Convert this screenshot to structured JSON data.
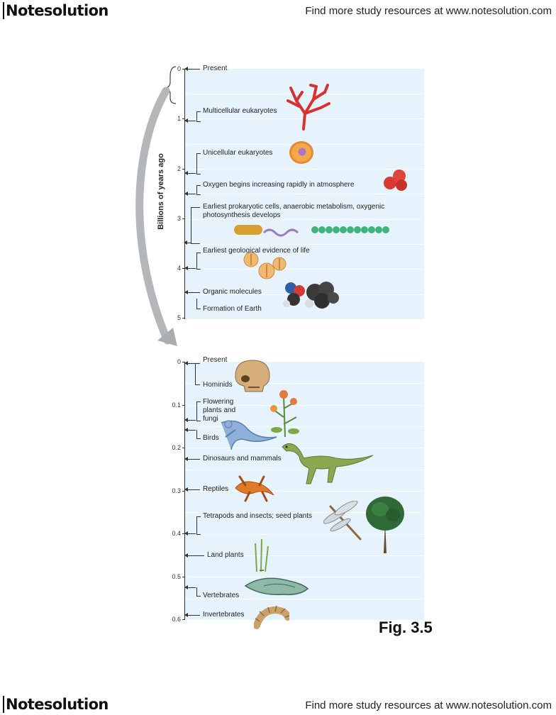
{
  "header": {
    "logo_text": "Notesolution",
    "promo": "Find more study resources at www.notesolution.com"
  },
  "footer": {
    "logo_text": "Notesolution",
    "promo": "Find more study resources at www.notesolution.com"
  },
  "figure": {
    "label": "Fig. 3.5",
    "y_axis_label": "Billions of years ago"
  },
  "top_timeline": {
    "ticks": [
      "0",
      "1",
      "2",
      "3",
      "4",
      "5"
    ],
    "events": [
      "Present",
      "Multicellular eukaryotes",
      "Unicellular eukaryotes",
      "Oxygen begins increasing rapidly in atmosphere",
      "Earliest prokaryotic cells, anaerobic metabolism, oxygenic photosynthesis develops",
      "Earliest geological evidence of life",
      "Organic molecules",
      "Formation of Earth"
    ]
  },
  "bottom_timeline": {
    "ticks": [
      "0",
      "0.1",
      "0.2",
      "0.3",
      "0.4",
      "0.5",
      "0.6"
    ],
    "events": [
      "Present",
      "Hominids",
      "Flowering plants and fungi",
      "Birds",
      "Dinosaurs and mammals",
      "Reptiles",
      "Tetrapods and insects; seed plants",
      "Land plants",
      "Vertebrates",
      "Invertebrates"
    ]
  },
  "colors": {
    "panel_bg": "#e6f3fc",
    "coral": "#d8322f",
    "cell": "#e58a2e",
    "oxygen": "#d93a34",
    "bacteria_green": "#3fb37a",
    "arrow": "#a9acb0"
  }
}
